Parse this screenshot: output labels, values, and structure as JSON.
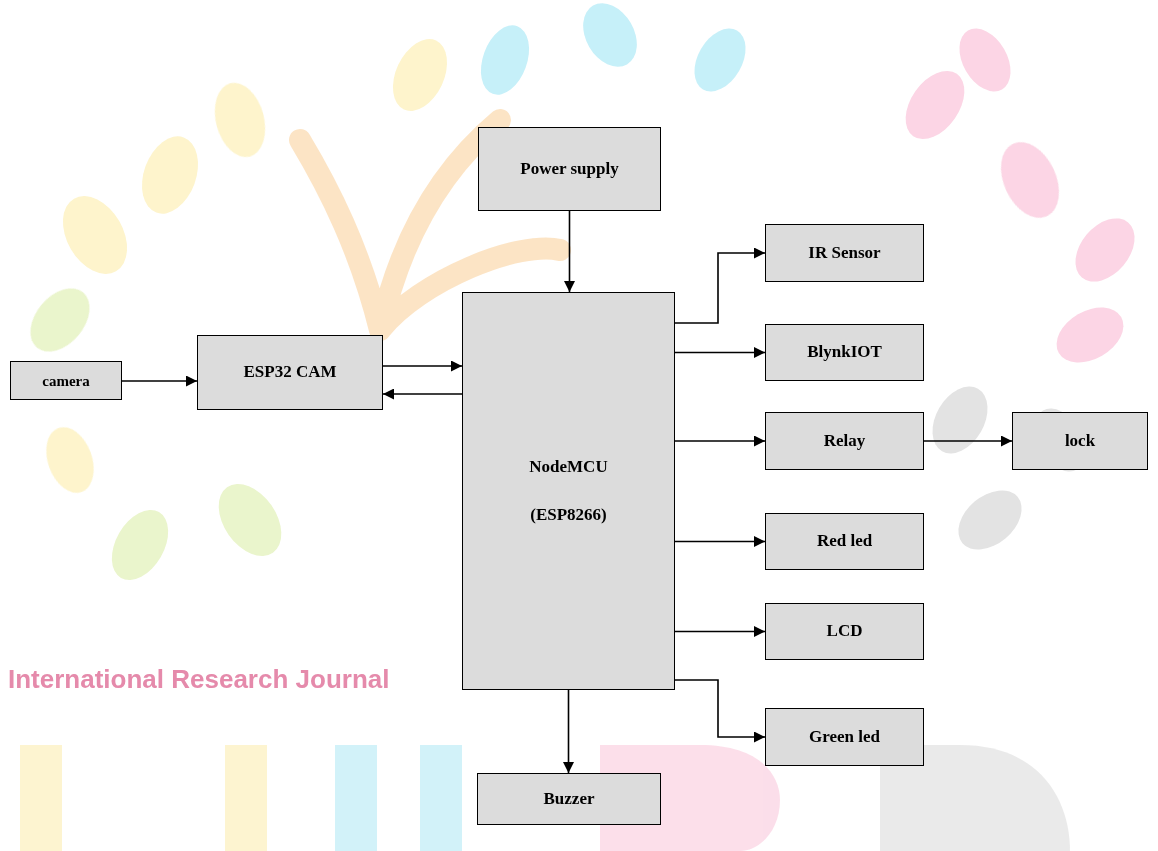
{
  "diagram": {
    "nodes": [
      {
        "text": [
          "Power supply"
        ]
      },
      {
        "text": [
          "IR Sensor"
        ]
      },
      {
        "text": [
          "camera"
        ]
      },
      {
        "text": [
          "ESP32 CAM"
        ]
      },
      {
        "text": [
          "NodeMCU (ESP8266)"
        ]
      },
      {
        "text": [
          "BlynkIOT"
        ]
      },
      {
        "text": [
          "Relay"
        ]
      },
      {
        "text": [
          "lock"
        ]
      },
      {
        "text": [
          "Red led"
        ]
      },
      {
        "text": [
          "LCD"
        ]
      },
      {
        "text": [
          "Green led"
        ]
      },
      {
        "text": [
          "Buzzer"
        ]
      }
    ],
    "edges": [
      {
        "from": 0,
        "to": 4,
        "arrow": "to"
      },
      {
        "from": 2,
        "to": 3,
        "arrow": "to"
      },
      {
        "from": 3,
        "to": 4,
        "arrow": "to"
      },
      {
        "from": 4,
        "to": 3,
        "arrow": "to"
      },
      {
        "from": 4,
        "to": 1,
        "arrow": "to"
      },
      {
        "from": 4,
        "to": 5,
        "arrow": "to"
      },
      {
        "from": 4,
        "to": 6,
        "arrow": "to"
      },
      {
        "from": 6,
        "to": 7,
        "arrow": "to"
      },
      {
        "from": 4,
        "to": 8,
        "arrow": "to"
      },
      {
        "from": 4,
        "to": 9,
        "arrow": "to"
      },
      {
        "from": 4,
        "to": 10,
        "arrow": "to"
      },
      {
        "from": 4,
        "to": 11,
        "arrow": "to"
      }
    ],
    "labels": [
      "International Research Journal"
    ]
  }
}
